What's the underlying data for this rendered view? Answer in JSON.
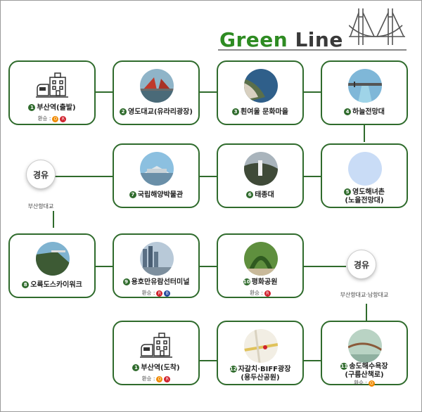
{
  "header": {
    "title_green": "Green",
    "title_dark": "Line"
  },
  "colors": {
    "line": "#2f6b2c",
    "title_green": "#2e8b22",
    "transfer_orange": "#f08a00",
    "transfer_red": "#d0212d",
    "transfer_blue": "#23489c"
  },
  "stops": [
    {
      "num": "1",
      "name": "부산역(출발)",
      "transfer": "환승 :",
      "badges": [
        "O",
        "R"
      ]
    },
    {
      "num": "2",
      "name": "영도대교(유라리광장)"
    },
    {
      "num": "3",
      "name": "흰여울 문화마을"
    },
    {
      "num": "4",
      "name": "하늘전망대"
    },
    {
      "num": "7",
      "name": "국립해양박물관"
    },
    {
      "num": "6",
      "name": "태종대"
    },
    {
      "num": "5",
      "name": "영도해녀촌",
      "name2": "(노을전망대)"
    },
    {
      "num": "8",
      "name": "오륙도스카이워크"
    },
    {
      "num": "9",
      "name": "용호만유람선터미널",
      "transfer": "환승 :",
      "badges": [
        "R",
        "B"
      ]
    },
    {
      "num": "10",
      "name": "평화공원",
      "transfer": "환승 :",
      "badges": [
        "R"
      ]
    },
    {
      "num": "1",
      "name": "부산역(도착)",
      "transfer": "환승 :",
      "badges": [
        "O",
        "R"
      ]
    },
    {
      "num": "12",
      "name": "자갈치·BIFF광장",
      "name2": "(용두산공원)"
    },
    {
      "num": "11",
      "name": "송도해수욕장",
      "name2": "(구름산책로)",
      "transfer": "환승 :",
      "badges": [
        "O"
      ]
    }
  ],
  "via": [
    {
      "label": "경유",
      "caption": "부산항대교"
    },
    {
      "label": "경유",
      "caption": "부산항대교·남항대교"
    }
  ]
}
